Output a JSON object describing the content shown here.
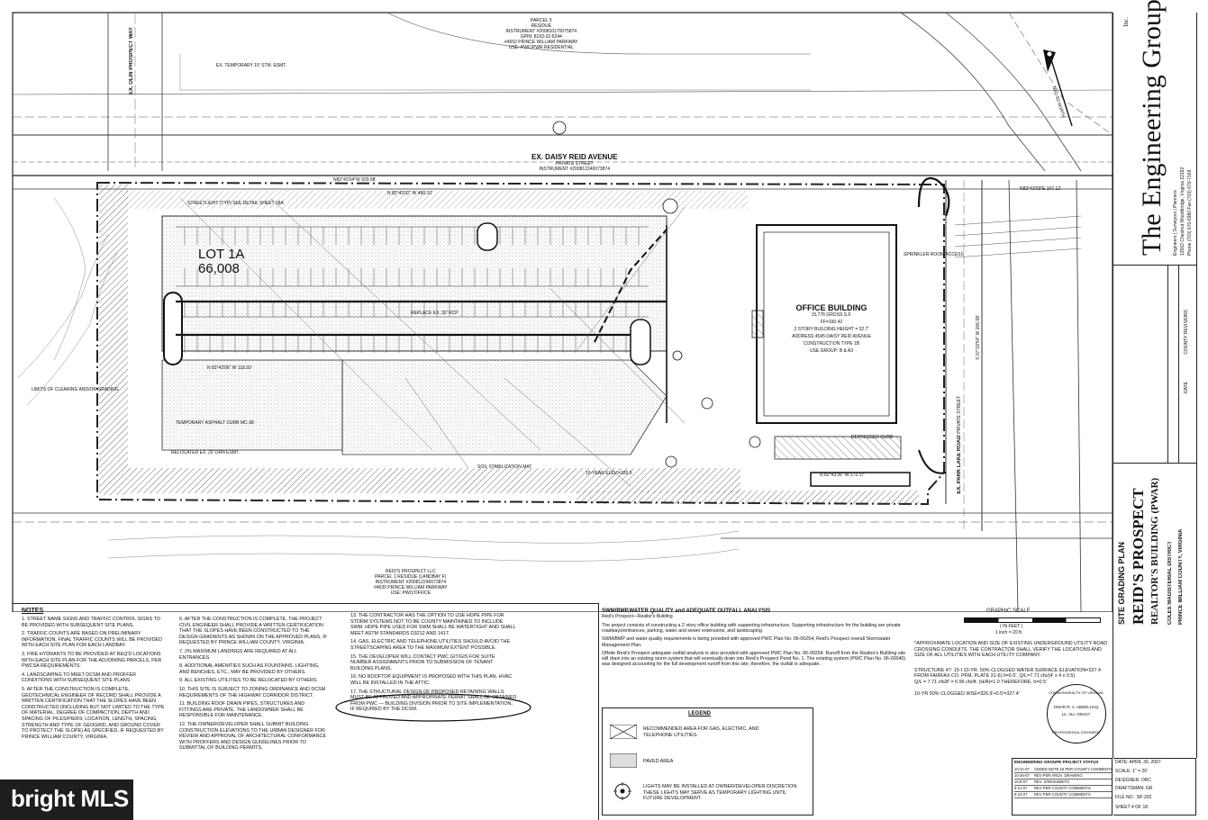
{
  "plan": {
    "lot_label": "LOT 1A",
    "lot_area": "66,008",
    "office": {
      "title": "OFFICE BUILDING",
      "line1": "15,776 GROSS S.F.",
      "line2": "FF=330.42",
      "line3": "2 STORY BUILDING HEIGHT = 32.7'",
      "line4": "ADDRESS 4545 DAISY REID AVENUE",
      "line5": "CONSTRUCTION TYPE 1B",
      "line6": "USE GROUP: B & A3"
    },
    "streets": {
      "olin": "EX. OLIN PROSPECT WAY",
      "daisy": "EX. DAISY REID AVENUE",
      "daisy_sub": "PRIVATE STREET",
      "daisy_inst": "INSTRUMENT #200812240073874",
      "park": "EX. PARK LAKE ROAD",
      "park_sub": "PRIVATE STREET"
    },
    "bearings": {
      "north_line": "N 82°43'02\" W 480.10'",
      "north_line2": "N82°43'04\"W 929.98'",
      "east_line": "N82°43'03\"E 107.12'",
      "inner": "N 82°43'06\" W 118.93'",
      "south": "N 82°43'36\" W 172.17'",
      "east_side": "S 07°19'54\" W 206.08'"
    },
    "labels": [
      "LIMITS OF CLEARING AND/OR GRADING",
      "TEMPORARY ASPHALT CURB MC-38",
      "RELOCATED EX. 20' DRN ESMT.",
      "SOIL STABILIZATION MAT",
      "STREETLIGHT (TYP) SEE DETAIL SHEET 18A",
      "DEPRESSED CURB",
      "EX. TEMPORARY 15' STM. ESMT.",
      "SPRINKLER ROOM ACCESS",
      "REPLACE EX. 30' RCP",
      "10-YEAR ELEV.=326.9"
    ],
    "parcel_bottom": {
      "l1": "REID'S PROSPECT LLC",
      "l2": "PARCEL 1 RESIDUE (LANDBAY F)",
      "l3": "INSTRUMENT #200812240073874",
      "l4": "#4630 PRINCE WILLIAM PARKWAY",
      "l5": "USE: PWC/OFFICE"
    },
    "parcel_top": {
      "l1": "PARCEL 5",
      "l2": "RESIDUE",
      "l3": "INSTRUMENT #200810170075874",
      "l4": "GPIN: 8193-32-6244",
      "l5": "#4652 PRINCE WILLIAM PARKWAY",
      "l6": "USE: PWC/PWR RESIDENTIAL"
    }
  },
  "notes": {
    "heading": "NOTES",
    "col1": [
      "1. STREET NAME SIGNS AND TRAFFIC CONTROL SIGNS TO BE PROVIDED WITH SUBSEQUENT SITE PLANS.",
      "2. TRAFFIC COUNTS ARE BASED ON PRELIMINARY INFORMATION. FINAL TRAFFIC COUNTS WILL BE PROVIDED WITH EACH SITE PLAN FOR EACH LANDBAY.",
      "3. FIRE HYDRANTS TO BE PROVIDED AT REQ'D LOCATIONS WITH EACH SITE PLAN FOR THE ADJOINING PARCELS, PER PWCSA REQUIREMENTS.",
      "4. LANDSCAPING TO MEET DCSM AND PROFFER CONDITIONS WITH SUBSEQUENT SITE PLANS",
      "5. AFTER THE CONSTRUCTION IS COMPLETE, GEOTECHNICAL ENGINEER OF RECORD SHALL PROVIDE A WRITTEN CERTIFICATION THAT THE SLOPES HAVE BEEN CONSTRUCTED (INCLUDING BUT NOT LIMITED TO THE TYPE OF MATERIAL, DEGREE OF COMPACTION, DEPTH AND SPACING OF PILES/PIERS; LOCATION, LENGTH, SPACING, STRENGTH AND TYPE OF GEOGRID, AND GROUND COVER TO PROTECT THE SLOPE) AS SPECIFIED, IF REQUESTED BY PRINCE WILLIAM COUNTY, VIRGINIA."
    ],
    "col2": [
      "6. AFTER THE CONSTRUCTION IS COMPLETE, THE PROJECT CIVIL ENGINEER SHALL PROVIDE A WRITTEN CERTIFICATION THAT THE SLOPES HAVE BEEN CONSTRUCTED TO THE DESIGN GRADIENTS AS SHOWN ON THE APPROVED PLANS, IF REQUESTED BY PRINCE WILLIAM COUNTY, VIRGINIA.",
      "7. 2% MAXIMUM LANDINGS ARE REQUIRED AT ALL ENTRANCES.",
      "8. ADDITIONAL AMENITIES SUCH AS FOUNTAINS, LIGHTING, AND BENCHES, ETC., MAY BE PROVIDED BY OTHERS.",
      "9. ALL EXISTING UTILITIES TO BE RELOCATED BY OTHERS.",
      "10. THIS SITE IS SUBJECT TO ZONING ORDINANCE AND DCSM REQUIREMENTS OF THE HIGHWAY CORRIDOR DISTRICT.",
      "11. BUILDING ROOF DRAIN PIPES, STRUCTURES AND FITTINGS ARE PRIVATE. THE LANDOWNER SHALL BE RESPONSIBLE FOR MAINTENANCE.",
      "12. THE OWNER/DEVELOPER SHALL SUBMIT BUILDING CONSTRUCTION ELEVATIONS TO THE URBAN DESIGNER FOR REVIEW AND APPROVAL OF ARCHITECTURAL CONFORMANCE WITH PROFFERS AND DESIGN GUIDELINES PRIOR TO SUBMITTAL OF BUILDING PERMITS."
    ],
    "col3": [
      "13. THE CONTRACTOR HAS THE OPTION TO USE HDPE PIPE FOR STORM SYSTEMS NOT TO BE COUNTY MAINTAINED TO INCLUDE SWM. HDPE PIPE USED FOR SWM SHALL BE WATERTIGHT AND SHALL MEET ASTM STANDARDS D3212 AND 1417.",
      "14. GAS, ELECTRIC AND TELEPHONE UTILITIES SHOULD AVOID THE STREETSCAPING AREA TO THE MAXIMUM EXTENT POSSIBLE.",
      "15. THE DEVELOPER WILL CONTACT PWC GIT/GIS FOR SUITE NUMBER ASSIGNMENTS PRIOR TO SUBMISSION OF TENANT BUILDING PLANS.",
      "16. NO ROOFTOP EQUIPMENT IS PROPOSED WITH THIS PLAN. HVAC WILL BE INSTALLED IN THE ATTIC.",
      "17. THE STRUCTURAL DESIGN OF PROPOSED RETAINING WALLS MUST BE APPROVED AND APPROPRIATE PERMIT SHALL BE OBTAINED FROM PWC — BUILDING DIVISION PRIOR TO SITE IMPLEMENTATION, IF REQUIRED BY THE DCSM."
    ]
  },
  "swm": {
    "heading": "SWM/BMP,WATER QUALITY and ADEQUATE OUTFALL ANALYSIS",
    "sub": "Reid's Prospect—Realtor's Building",
    "p1": "The project consists of constructing a 2 story office building with supporting infrastructure. Supporting infrastructure for the building are private roadways/entrances, parking, water and sewer extensions, and landscaping.",
    "p2": "SWM/BMP and water quality requirements is being provided with approved PWC Plan No. 06-00254, Reid's Prospect overall Stormwater Management Plan.",
    "p3": "Offsite Reid's Prospect adequate outfall analysis is also provided with approved PWC Plan No. 06-00254. Runoff from the Realtor's Building site will drain into an existing storm system that will eventually drain into Reid's Prospect Pond No. 1. The existing system (PWC Plan No. 06-00040) was designed accounting for the full development runoff from this site; therefore, the outfall is adequate."
  },
  "legend": {
    "heading": "LEGEND",
    "item1": "RECOMMENDED AREA FOR GAS, ELECTRIC, AND TELEPHONE UTILITIES.",
    "item2": "PAVED AREA",
    "item3": "LIGHTS MAY BE INSTALLED AT OWNER/DEVELOPER DISCRETION. THESE LIGHTS MAY SERVE AS TEMPORARY LIGHTING UNTIL FUTURE DEVELOPMENT."
  },
  "right_notes": {
    "n1": "*APPROXIMATE LOCATION AND SIZE OF EXISTING UNDERGROUND UTILITY ROAD CROSSING CONDUITS. THE CONTRACTOR SHALL VERIFY THE LOCATIONS AND SIZE OF ALL UTILITIES WITH EACH UTILITY COMPANY.",
    "n2": "STRUCTURE 47: 15-I 10-YR. 50% CLOGGED WATER SURFACE ELEVATION=327.4",
    "n3": "FROM FAIRFAX CO. PFM, PLATE 31-6) h=0.5', Q/L=7.71 cfs/(4' x 4 x 0.5)",
    "n4": "Q/L = 7.71 cfs/8' = 0.96 cfs/ft. (H/A)=1.0 THEREFORE, h=0.5'",
    "n5": "10-YR 50% CLOGGED WSE=326.9'+0.5'=327.4'"
  },
  "graphic_scale": {
    "label": "GRAPHIC SCALE",
    "unit": "( IN FEET )",
    "ratio": "1 inch = 20 ft."
  },
  "sheet_title": {
    "type": "SITE GRADING PLAN",
    "project": "REID'S PROSPECT",
    "building": "REALTOR'S BUILDING (PWAR)",
    "district": "COLES MAGISTERIAL DISTRICT",
    "county": "PRINCE WILLIAM COUNTY, VIRGINIA"
  },
  "firm": {
    "name": "The Engineering Groupe",
    "inc": "Inc.",
    "services": "Engineers | Surveyors | Planners",
    "address": "13562 Chestnut Woodbridge, Virginia 22192",
    "phone": "Phone (703) 670-6980 Fax (703) 670-7169"
  },
  "status": {
    "heading": "ENGINEERING GROUPE PROJECT STATUS",
    "date_label": "DATE:",
    "date": "APRIL 30, 2007",
    "scale_label": "SCALE:",
    "scale": "1\" = 20'",
    "designer_label": "DESIGNER:",
    "designer": "ORC",
    "draftsman_label": "DRAFTSMAN:",
    "draftsman": "GR",
    "fileno_label": "FILE NO.:",
    "fileno": "SP-202",
    "sheet_label": "SHEET",
    "sheet": "4",
    "of_label": "OF",
    "total": "18",
    "revisions": [
      {
        "date": "10-31-07",
        "desc": "ADDED NOTE 16 PER COUNTY COMMENTS"
      },
      {
        "date": "10-26-07",
        "desc": "REV PER ARCH. DRAWING"
      },
      {
        "date": "10-8-07",
        "desc": "REV. S/RESUBMITS"
      },
      {
        "date": "9-21-07",
        "desc": "REV PER COUNTY COMMENTS"
      },
      {
        "date": "9-13-07",
        "desc": "REV PER COUNTY COMMENTS"
      }
    ]
  },
  "revisions_col": {
    "county": "COUNTY REVISIONS",
    "date": "DATE"
  },
  "north": {
    "label": "NAD 83 NORTH"
  },
  "seal": {
    "l1": "COMMONWEALTH OF VIRGINIA",
    "l2": "OMAR R. A. ABDELHAQ",
    "l3": "Lic. No. 039127",
    "l4": "PROFESSIONAL ENGINEER"
  },
  "watermark": "bright MLS"
}
